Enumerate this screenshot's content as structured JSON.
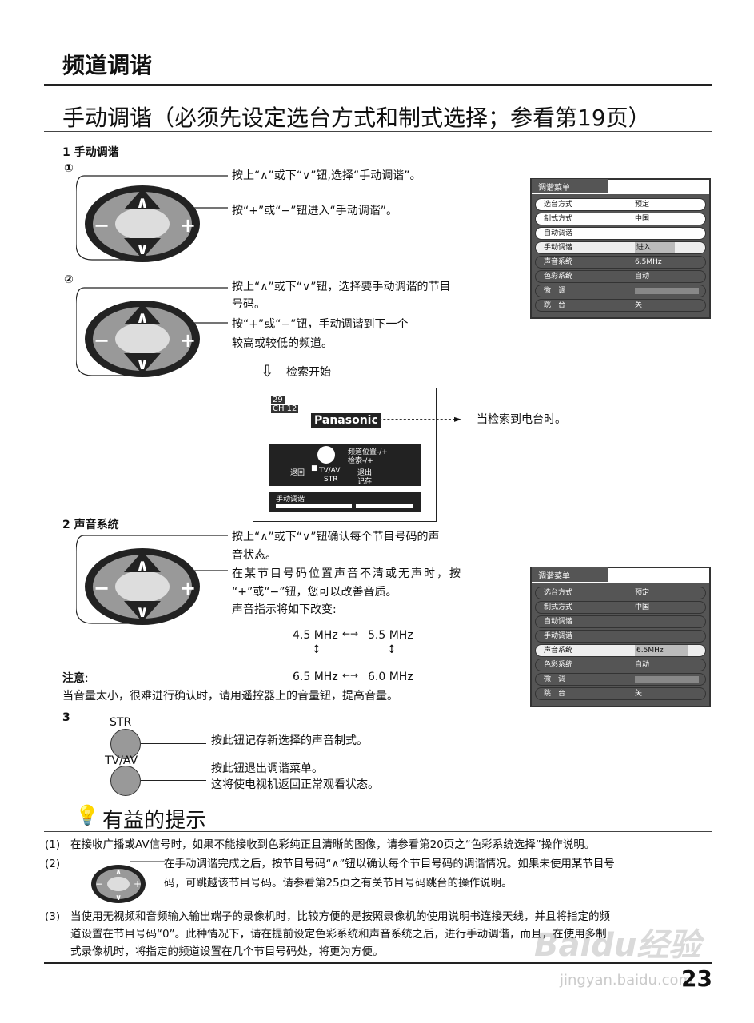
{
  "header": {
    "title": "频道调谐"
  },
  "section": {
    "title": "手动调谐（必须先设定选台方式和制式选择；参看第19页）"
  },
  "step1": {
    "label": "1  手动调谐",
    "sub1_num": "①",
    "sub1_line1": "按上“∧”或下“∨”钮,选择“手动调谐”。",
    "sub1_line2": "按“+”或“−”钮进入“手动调谐”。",
    "sub2_num": "②",
    "sub2_line1": "按上“∧”或下“∨”钮，选择要手动调谐的节目",
    "sub2_line1b": "号码。",
    "sub2_line2": "按“+”或“−”钮，手动调谐到下一个",
    "sub2_line2b": "较高或较低的频道。",
    "search_start": "检索开始",
    "found": "当检索到电台时。"
  },
  "remote": {
    "up": "∧",
    "down": "∨",
    "minus": "−",
    "plus": "+"
  },
  "tv_screen": {
    "prog": "29",
    "ch": "CH 12",
    "brand": "Panasonic",
    "help_1": "频道位置-/+",
    "help_2": "检索-/+",
    "back": "退回",
    "tvav": "TV/AV",
    "str": "STR",
    "exit": "退出",
    "save": "记存",
    "bar_label": "手动调谐"
  },
  "menu1": {
    "title": "调谐菜单",
    "rows": [
      {
        "k": "选台方式",
        "v": "预定"
      },
      {
        "k": "制式方式",
        "v": "中国"
      },
      {
        "k": "自动调谐",
        "v": ""
      },
      {
        "k": "手动调谐",
        "v": "进入"
      },
      {
        "k": "声音系统",
        "v": "6.5MHz"
      },
      {
        "k": "色彩系统",
        "v": "自动"
      },
      {
        "k": "微　调",
        "v": ""
      },
      {
        "k": "跳　台",
        "v": "关"
      }
    ]
  },
  "step2": {
    "label": "2  声音系统",
    "line1": "按上“∧”或下“∨”钮确认每个节目号码的声",
    "line1b": "音状态。",
    "line2": "在某节目号码位置声音不清或无声时，按",
    "line2b": "“+”或“−”钮，您可以改善音质。",
    "line3": "声音指示将如下改变:",
    "f1": "4.5  MHz",
    "f2": "5.5  MHz",
    "f3": "6.5  MHz",
    "f4": "6.0  MHz",
    "note_label": "注意",
    "note_colon": ":",
    "note_text": "当音量太小，很难进行确认时，请用遥控器上的音量钮，提高音量。"
  },
  "menu2": {
    "title": "调谐菜单",
    "rows": [
      {
        "k": "选台方式",
        "v": "预定"
      },
      {
        "k": "制式方式",
        "v": "中国"
      },
      {
        "k": "自动调谐",
        "v": ""
      },
      {
        "k": "手动调谐",
        "v": ""
      },
      {
        "k": "声音系统",
        "v": "6.5MHz"
      },
      {
        "k": "色彩系统",
        "v": "自动"
      },
      {
        "k": "微　调",
        "v": ""
      },
      {
        "k": "跳　台",
        "v": "关"
      }
    ]
  },
  "step3": {
    "label": "3",
    "str_label": "STR",
    "str_text": "按此钮记存新选择的声音制式。",
    "tvav_label": "TV/AV",
    "tvav_text1": "按此钮退出调谐菜单。",
    "tvav_text2": "这将使电视机返回正常观看状态。"
  },
  "tips": {
    "title": "有益的提示",
    "t1_num": "(1)",
    "t1": "在接收广播或AV信号时，如果不能接收到色彩纯正且清晰的图像，请参看第20页之“色彩系统选择”操作说明。",
    "t2_num": "(2)",
    "t2a": "在手动调谐完成之后，按节目号码“∧”钮以确认每个节目号码的调谐情况。如果未使用某节目号",
    "t2b": "码，可跳越该节目号码。请参看第25页之有关节目号码跳台的操作说明。",
    "t3_num": "(3)",
    "t3a": "当使用无视频和音频输入输出端子的录像机时，比较方便的是按照录像机的使用说明书连接天线，并且将指定的频",
    "t3b": "道设置在节目号码“0”。此种情况下，请在提前设定色彩系统和声音系统之后，进行手动调谐，而且，在使用多制",
    "t3c": "式录像机时，将指定的频道设置在几个节目号码处，将更为方便。"
  },
  "footer": {
    "page": "23",
    "watermark": "Baidu经验",
    "watermark_url": "jingyan.baidu.com"
  }
}
